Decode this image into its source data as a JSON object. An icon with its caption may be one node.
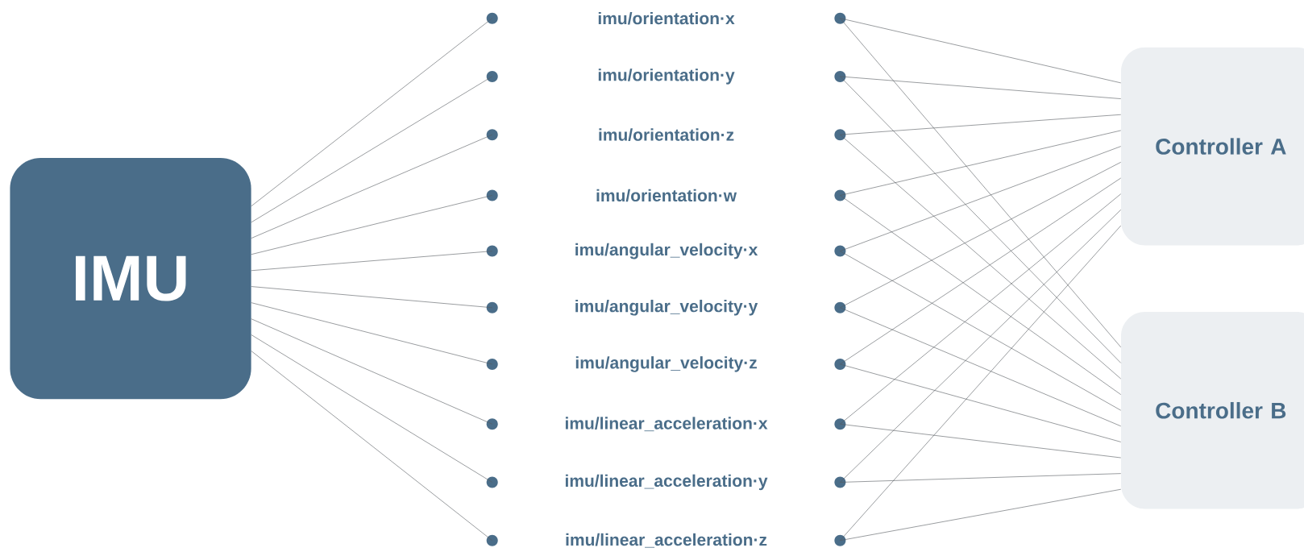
{
  "diagram": {
    "nodes": [
      {
        "text": [
          "IMU"
        ]
      },
      {
        "text": [
          "imu/orientation·x"
        ]
      },
      {
        "text": [
          "imu/orientation·y"
        ]
      },
      {
        "text": [
          "imu/orientation·z"
        ]
      },
      {
        "text": [
          "imu/orientation·w"
        ]
      },
      {
        "text": [
          "imu/angular_velocity·x"
        ]
      },
      {
        "text": [
          "imu/angular_velocity·y"
        ]
      },
      {
        "text": [
          "imu/angular_velocity·z"
        ]
      },
      {
        "text": [
          "imu/linear_acceleration·x"
        ]
      },
      {
        "text": [
          "imu/linear_acceleration·y"
        ]
      },
      {
        "text": [
          "imu/linear_acceleration·z"
        ]
      },
      {
        "text": [
          "Controller A"
        ]
      },
      {
        "text": [
          "Controller B"
        ]
      }
    ],
    "edges": [
      {
        "from": 0,
        "to": 1,
        "arrow": "none"
      },
      {
        "from": 0,
        "to": 2,
        "arrow": "none"
      },
      {
        "from": 0,
        "to": 3,
        "arrow": "none"
      },
      {
        "from": 0,
        "to": 4,
        "arrow": "none"
      },
      {
        "from": 0,
        "to": 5,
        "arrow": "none"
      },
      {
        "from": 0,
        "to": 6,
        "arrow": "none"
      },
      {
        "from": 0,
        "to": 7,
        "arrow": "none"
      },
      {
        "from": 0,
        "to": 8,
        "arrow": "none"
      },
      {
        "from": 0,
        "to": 9,
        "arrow": "none"
      },
      {
        "from": 0,
        "to": 10,
        "arrow": "none"
      },
      {
        "from": 1,
        "to": 11,
        "arrow": "none"
      },
      {
        "from": 1,
        "to": 12,
        "arrow": "none"
      },
      {
        "from": 2,
        "to": 11,
        "arrow": "none"
      },
      {
        "from": 2,
        "to": 12,
        "arrow": "none"
      },
      {
        "from": 3,
        "to": 11,
        "arrow": "none"
      },
      {
        "from": 3,
        "to": 12,
        "arrow": "none"
      },
      {
        "from": 4,
        "to": 11,
        "arrow": "none"
      },
      {
        "from": 4,
        "to": 12,
        "arrow": "none"
      },
      {
        "from": 5,
        "to": 11,
        "arrow": "none"
      },
      {
        "from": 5,
        "to": 12,
        "arrow": "none"
      },
      {
        "from": 6,
        "to": 11,
        "arrow": "none"
      },
      {
        "from": 6,
        "to": 12,
        "arrow": "none"
      },
      {
        "from": 7,
        "to": 11,
        "arrow": "none"
      },
      {
        "from": 7,
        "to": 12,
        "arrow": "none"
      },
      {
        "from": 8,
        "to": 11,
        "arrow": "none"
      },
      {
        "from": 8,
        "to": 12,
        "arrow": "none"
      },
      {
        "from": 9,
        "to": 11,
        "arrow": "none"
      },
      {
        "from": 9,
        "to": 12,
        "arrow": "none"
      },
      {
        "from": 10,
        "to": 11,
        "arrow": "none"
      },
      {
        "from": 10,
        "to": 12,
        "arrow": "none"
      }
    ]
  }
}
